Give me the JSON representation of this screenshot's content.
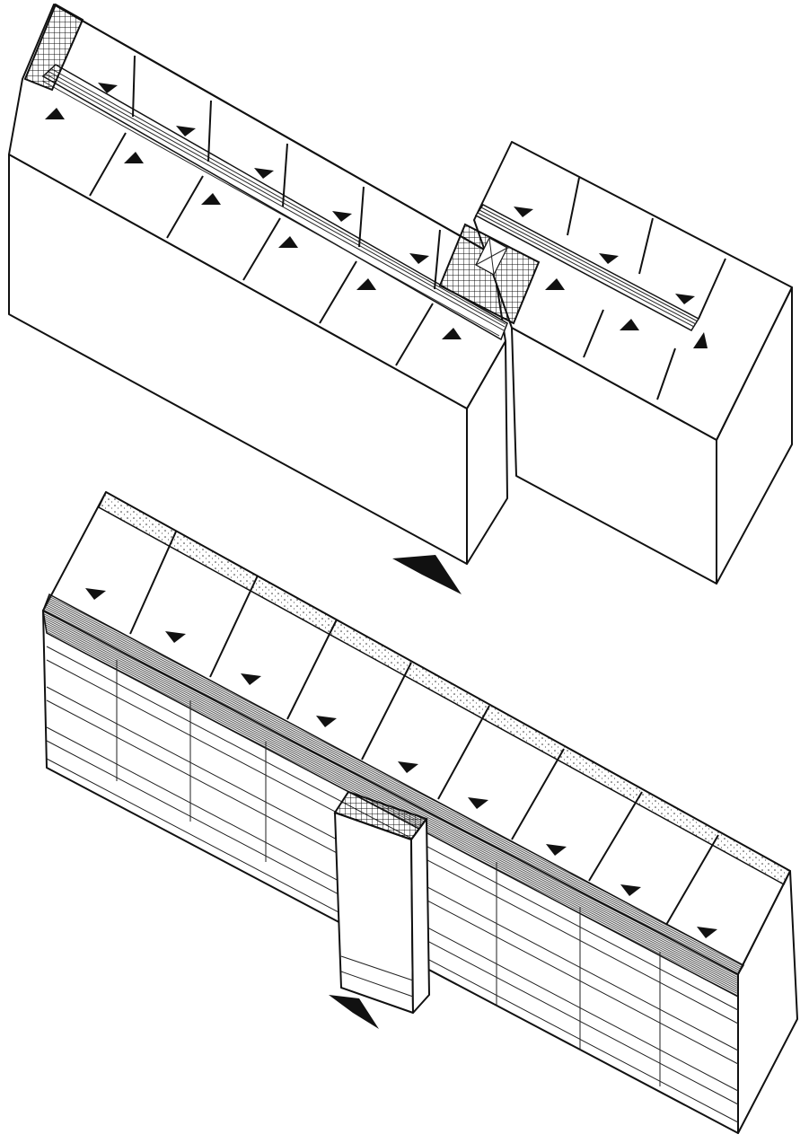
{
  "figure": {
    "upper_block": {
      "units_per_row": 6,
      "unit_direction_marker": "down-arrow",
      "corridor_direction_marker": "up-arrow",
      "stair_cores": 2
    },
    "upper_wing": {
      "units_per_row": 3
    },
    "lower_block": {
      "units_in_row": 9,
      "unit_direction_marker": "down-arrow",
      "stair_cores": 1,
      "storeys_shown": 4
    },
    "colors": {
      "line": "#111111",
      "paper": "#ffffff"
    }
  }
}
